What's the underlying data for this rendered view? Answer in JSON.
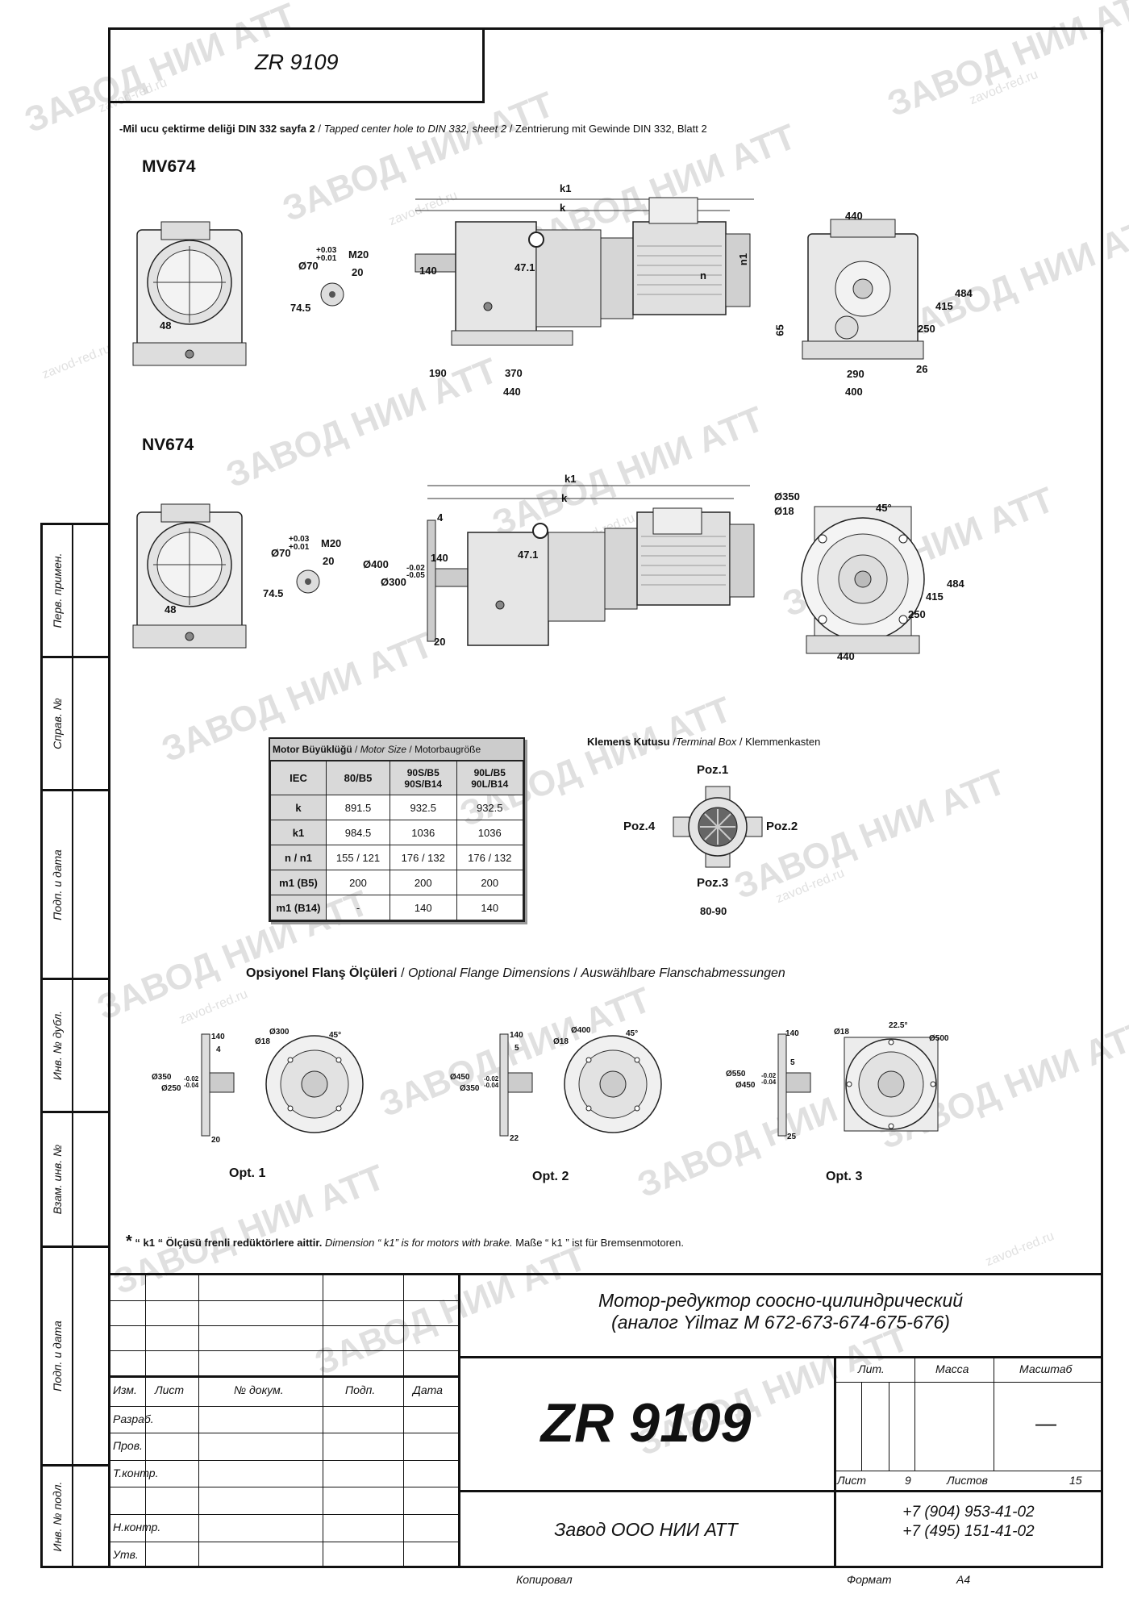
{
  "drawing_code": "ZR 9109",
  "center_hole_note": {
    "tr": "-Mil ucu çektirme deliği DIN 332 sayfa 2",
    "en": "Tapped center hole to DIN 332, sheet 2",
    "de": "Zentrierung mit Gewinde DIN 332, Blatt 2",
    "sep": "/"
  },
  "mv674": {
    "title": "MV674",
    "dims": {
      "d70": "Ø70",
      "tol_up": "+0.03",
      "tol_dn": "+0.01",
      "m20": "M20",
      "d20": "20",
      "d745": "74.5",
      "d48": "48",
      "k1": "k1",
      "k": "k",
      "d140": "140",
      "d471": "47.1",
      "n": "n",
      "n1": "n1",
      "d190": "190",
      "d370": "370",
      "d440": "440",
      "r440": "440",
      "r484": "484",
      "r415": "415",
      "r250": "250",
      "r65": "65",
      "r290": "290",
      "r26": "26",
      "r400": "400"
    }
  },
  "nv674": {
    "title": "NV674",
    "dims": {
      "d70": "Ø70",
      "tol_up": "+0.03",
      "tol_dn": "+0.01",
      "m20": "M20",
      "d20": "20",
      "d745": "74.5",
      "d48": "48",
      "k1": "k1",
      "k": "k",
      "d4": "4",
      "d140": "140",
      "d471": "47.1",
      "d400": "Ø400",
      "d300": "Ø300",
      "tolm_up": "-0.02",
      "tolm_dn": "-0.05",
      "d20b": "20",
      "r350": "Ø350",
      "r18": "Ø18",
      "r45": "45°",
      "r484": "484",
      "r415": "415",
      "r250": "250",
      "r440": "440"
    }
  },
  "spec_table": {
    "title_tr": "Motor Büyüklüğü",
    "title_en": "Motor Size",
    "title_de": "Motorbaugröße",
    "sep": "/",
    "rows": [
      {
        "label": "IEC",
        "c1": "80/B5",
        "c2a": "90S/B5",
        "c2b": "90S/B14",
        "c3a": "90L/B5",
        "c3b": "90L/B14"
      },
      {
        "label": "k",
        "c1": "891.5",
        "c2": "932.5",
        "c3": "932.5"
      },
      {
        "label": "k1",
        "c1": "984.5",
        "c2": "1036",
        "c3": "1036"
      },
      {
        "label": "n / n1",
        "c1": "155 / 121",
        "c2": "176 / 132",
        "c3": "176 / 132"
      },
      {
        "label": "m1 (B5)",
        "c1": "200",
        "c2": "200",
        "c3": "200"
      },
      {
        "label": "m1 (B14)",
        "c1": "-",
        "c2": "140",
        "c3": "140"
      }
    ]
  },
  "terminal_box": {
    "title_tr": "Klemens Kutusu",
    "title_en": "Terminal Box",
    "title_de": "Klemmenkasten",
    "sep": "/",
    "poz1": "Poz.1",
    "poz2": "Poz.2",
    "poz3": "Poz.3",
    "poz4": "Poz.4",
    "size": "80-90"
  },
  "flange": {
    "title_tr": "Opsiyonel Flanş Ölçüleri",
    "title_en": "Optional Flange Dimensions",
    "title_de": "Auswählbare Flanschabmessungen",
    "sep": "/",
    "options": [
      {
        "label": "Opt. 1",
        "a": "140",
        "b": "4",
        "outer": "Ø350",
        "pilot": "Ø250",
        "tol1": "-0.02",
        "tol2": "-0.04",
        "c": "20",
        "pcd": "Ø300",
        "hole": "Ø18",
        "ang": "45°"
      },
      {
        "label": "Opt. 2",
        "a": "140",
        "b": "5",
        "outer": "Ø450",
        "pilot": "Ø350",
        "tol1": "-0.02",
        "tol2": "-0.04",
        "c": "22",
        "pcd": "Ø400",
        "hole": "Ø18",
        "ang": "45°"
      },
      {
        "label": "Opt. 3",
        "a": "140",
        "b": "5",
        "outer": "Ø550",
        "pilot": "Ø450",
        "tol1": "-0.02",
        "tol2": "-0.04",
        "c": "25",
        "pcd": "Ø500",
        "hole": "Ø18",
        "ang": "22.5°"
      }
    ]
  },
  "footnote": {
    "mark": "*",
    "tr": "“ k1 “ Ölçüsü frenli redüktörlere aittir.",
    "en": "Dimension “ k1” is for motors with brake.",
    "de": "Maße “ k1 ” ist für Bremsenmotoren."
  },
  "side_labels": [
    "Перв. примен.",
    "Справ. №",
    "Подп. и дата",
    "Инв. № дубл.",
    "Взам. инв. №",
    "Подп. и дата",
    "Инв. № подл."
  ],
  "title_block": {
    "title_line1": "Мотор-редуктор соосно-цилиндрический",
    "title_line2": "(аналог Yilmaz M 672-673-674-675-676)",
    "code": "ZR 9109",
    "company": "Завод ООО НИИ АТТ",
    "phone1": "+7 (904) 953-41-02",
    "phone2": "+7 (495) 151-41-02",
    "hdr_izm": "Изм.",
    "hdr_list": "Лист",
    "hdr_dokum": "№ докум.",
    "hdr_podp": "Подп.",
    "hdr_data": "Дата",
    "razrab": "Разраб.",
    "prov": "Пров.",
    "tkontr": "Т.контр.",
    "nkontr": "Н.контр.",
    "utv": "Утв.",
    "lit": "Лит.",
    "massa": "Масса",
    "masshtab": "Масштаб",
    "scale_value": "—",
    "sheet_label": "Лист",
    "sheet": "9",
    "sheets_label": "Листов",
    "sheets": "15",
    "kopiroval": "Копировал",
    "format_label": "Формат",
    "format": "A4"
  },
  "watermark": {
    "big": "ЗАВОД НИИ АТТ",
    "small": "zavod-red.ru"
  }
}
